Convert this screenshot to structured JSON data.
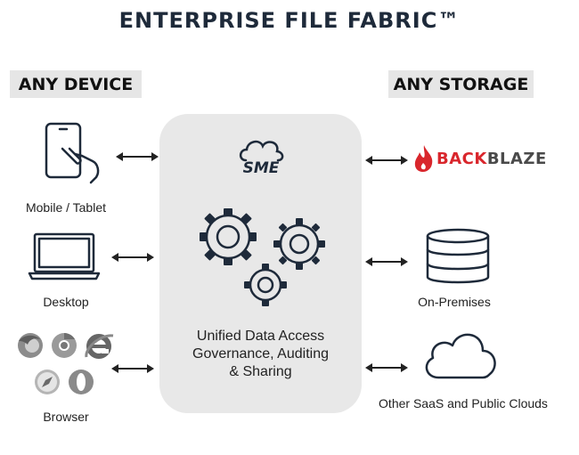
{
  "title": "ENTERPRISE FILE FABRIC™",
  "left_header": "ANY DEVICE",
  "right_header": "ANY STORAGE",
  "devices": [
    {
      "label": "Mobile / Tablet",
      "icon": "tablet-touch-icon"
    },
    {
      "label": "Desktop",
      "icon": "laptop-icon"
    },
    {
      "label": "Browser",
      "icon": "browser-logos-icon"
    }
  ],
  "storage": [
    {
      "label": "",
      "icon": "backblaze-logo"
    },
    {
      "label": "On-Premises",
      "icon": "database-icon"
    },
    {
      "label": "Other SaaS and Public Clouds",
      "icon": "cloud-icon"
    }
  ],
  "hub": {
    "logo_text": "SME",
    "lines": [
      "Unified Data Access",
      "Governance, Auditing",
      "& Sharing"
    ]
  },
  "backblaze": {
    "prefix": "BACK",
    "suffix": "BLAZE"
  },
  "colors": {
    "navy": "#1e2a3a",
    "hub_bg": "#e8e8e8",
    "backblaze_red": "#d9262c",
    "backblaze_gray": "#4a4a4a"
  }
}
